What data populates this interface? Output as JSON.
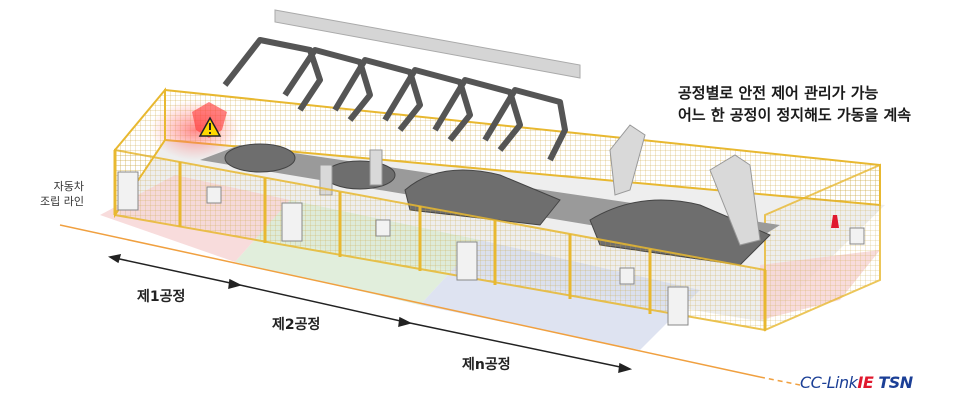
{
  "caption": {
    "line1": "공정별로 안전 제어 관리가 가능",
    "line2": "어느 한 공정이 정지해도 가동을 계속"
  },
  "line_label": {
    "line1": "자동차",
    "line2": "조립 라인"
  },
  "processes": [
    {
      "label": "제1공정",
      "zone_color": "#f6d3d3"
    },
    {
      "label": "제2공정",
      "zone_color": "#d9ead3"
    },
    {
      "label": "제n공정",
      "zone_color": "#d6dcee"
    }
  ],
  "logo": {
    "part1": "CC-Link",
    "part2": "IE",
    "part3": " TSN"
  },
  "colors": {
    "fence": "#e8b830",
    "network": "#f0a040",
    "warning": "#e0182d"
  }
}
